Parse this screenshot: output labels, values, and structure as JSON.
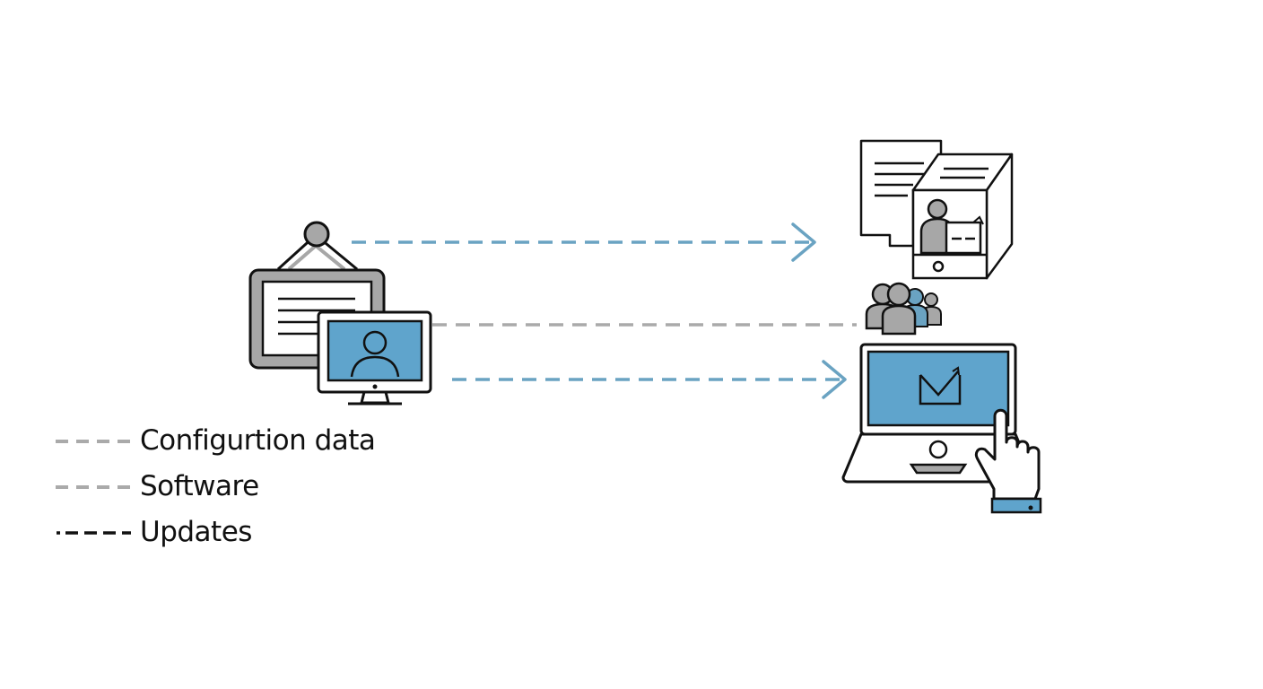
{
  "legend": {
    "items": [
      {
        "label": "Configurtion data",
        "style": "dashed",
        "color": "#aaaaaa"
      },
      {
        "label": "Software",
        "style": "dashed",
        "color": "#aaaaaa"
      },
      {
        "label": "Updates",
        "style": "dot-dash",
        "color": "#111111"
      }
    ]
  },
  "colors": {
    "accent_blue": "#5fa4cc",
    "arrow_blue": "#6aa3c2",
    "gray_fill": "#a7a7a7",
    "gray_line": "#aaaaaa",
    "outline": "#111111",
    "background": "#ffffff"
  },
  "nodes": {
    "source": [
      "hanging-sign-icon",
      "monitor-user-icon"
    ],
    "targets": [
      "document-archive-icon",
      "user-group-icon",
      "laptop-icon",
      "pointing-hand-icon"
    ]
  }
}
